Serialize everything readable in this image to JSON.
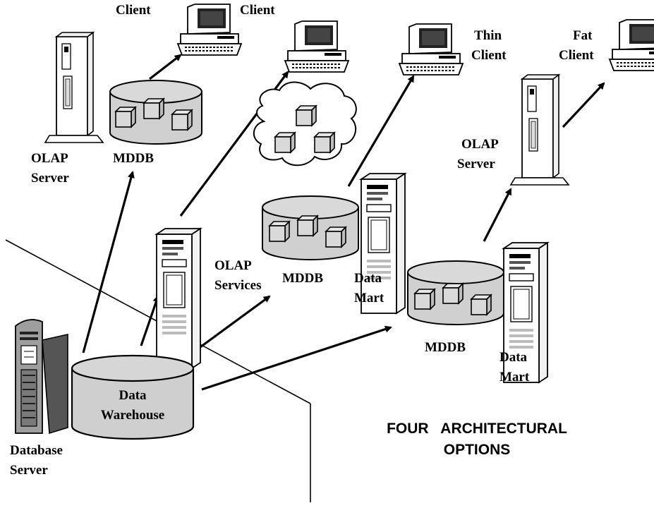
{
  "labels": {
    "client1": "Client",
    "client2": "Client",
    "thin_client_1": "Thin",
    "thin_client_2": "Client",
    "fat_client_1": "Fat",
    "fat_client_2": "Client",
    "olap_server_left_1": "OLAP",
    "olap_server_left_2": "Server",
    "mddb_top": "MDDB",
    "olap_server_right_1": "OLAP",
    "olap_server_right_2": "Server",
    "olap_services_1": "OLAP",
    "olap_services_2": "Services",
    "mddb_middle": "MDDB",
    "data_mart_middle_1": "Data",
    "data_mart_middle_2": "Mart",
    "mddb_right": "MDDB",
    "data_mart_right_1": "Data",
    "data_mart_right_2": "Mart",
    "data_warehouse_1": "Data",
    "data_warehouse_2": "Warehouse",
    "database_server_1": "Database",
    "database_server_2": "Server"
  },
  "caption": {
    "line1": "FOUR   ARCHITECTURAL",
    "line2": "OPTIONS"
  },
  "icons": {
    "client_computer": "desktop-computer-icon",
    "tower_server": "tower-server-icon",
    "database_cylinder": "database-cylinder-icon",
    "data_cube": "data-cube-icon",
    "cloud": "cloud-icon"
  }
}
